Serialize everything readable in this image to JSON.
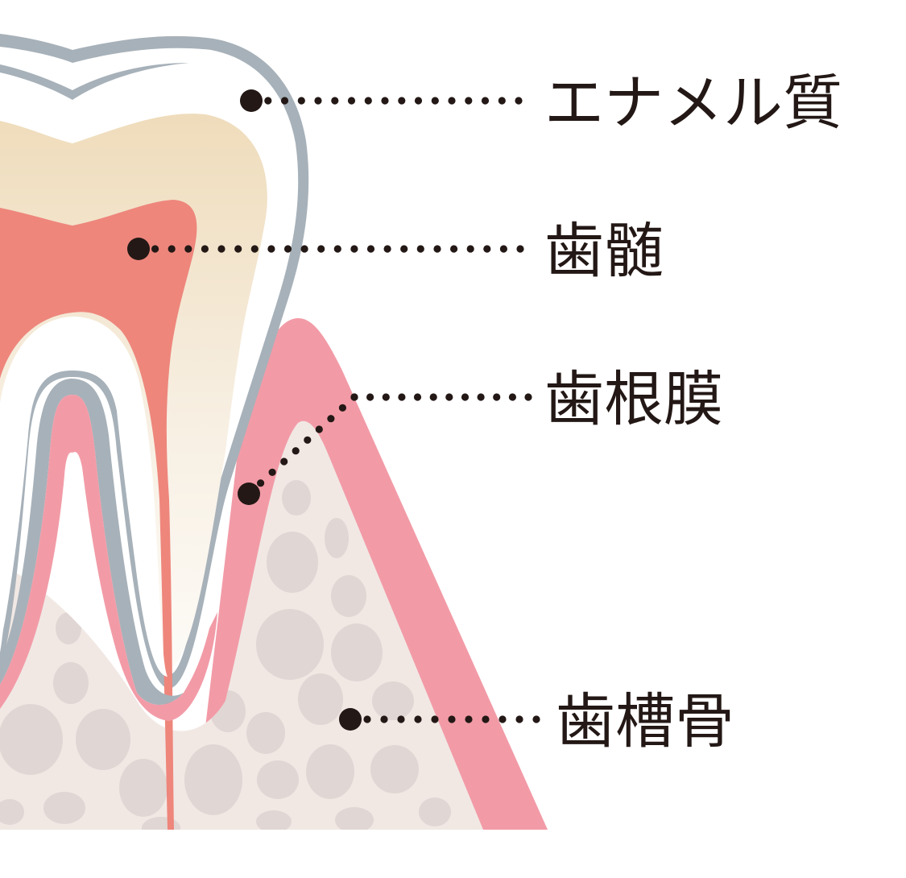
{
  "labels": {
    "enamel": "エナメル質",
    "pulp": "歯髄",
    "periodontal_ligament": "歯根膜",
    "alveolar_bone": "歯槽骨"
  },
  "colors": {
    "enamel_outline": "#a7b1b9",
    "enamel_fill": "#ffffff",
    "dentin": "#efdcbb",
    "pulp": "#ee867c",
    "gum": "#f29ba7",
    "bone": "#f1e8e4",
    "bone_spots": "#e0d6d3",
    "leader": "#231815"
  }
}
